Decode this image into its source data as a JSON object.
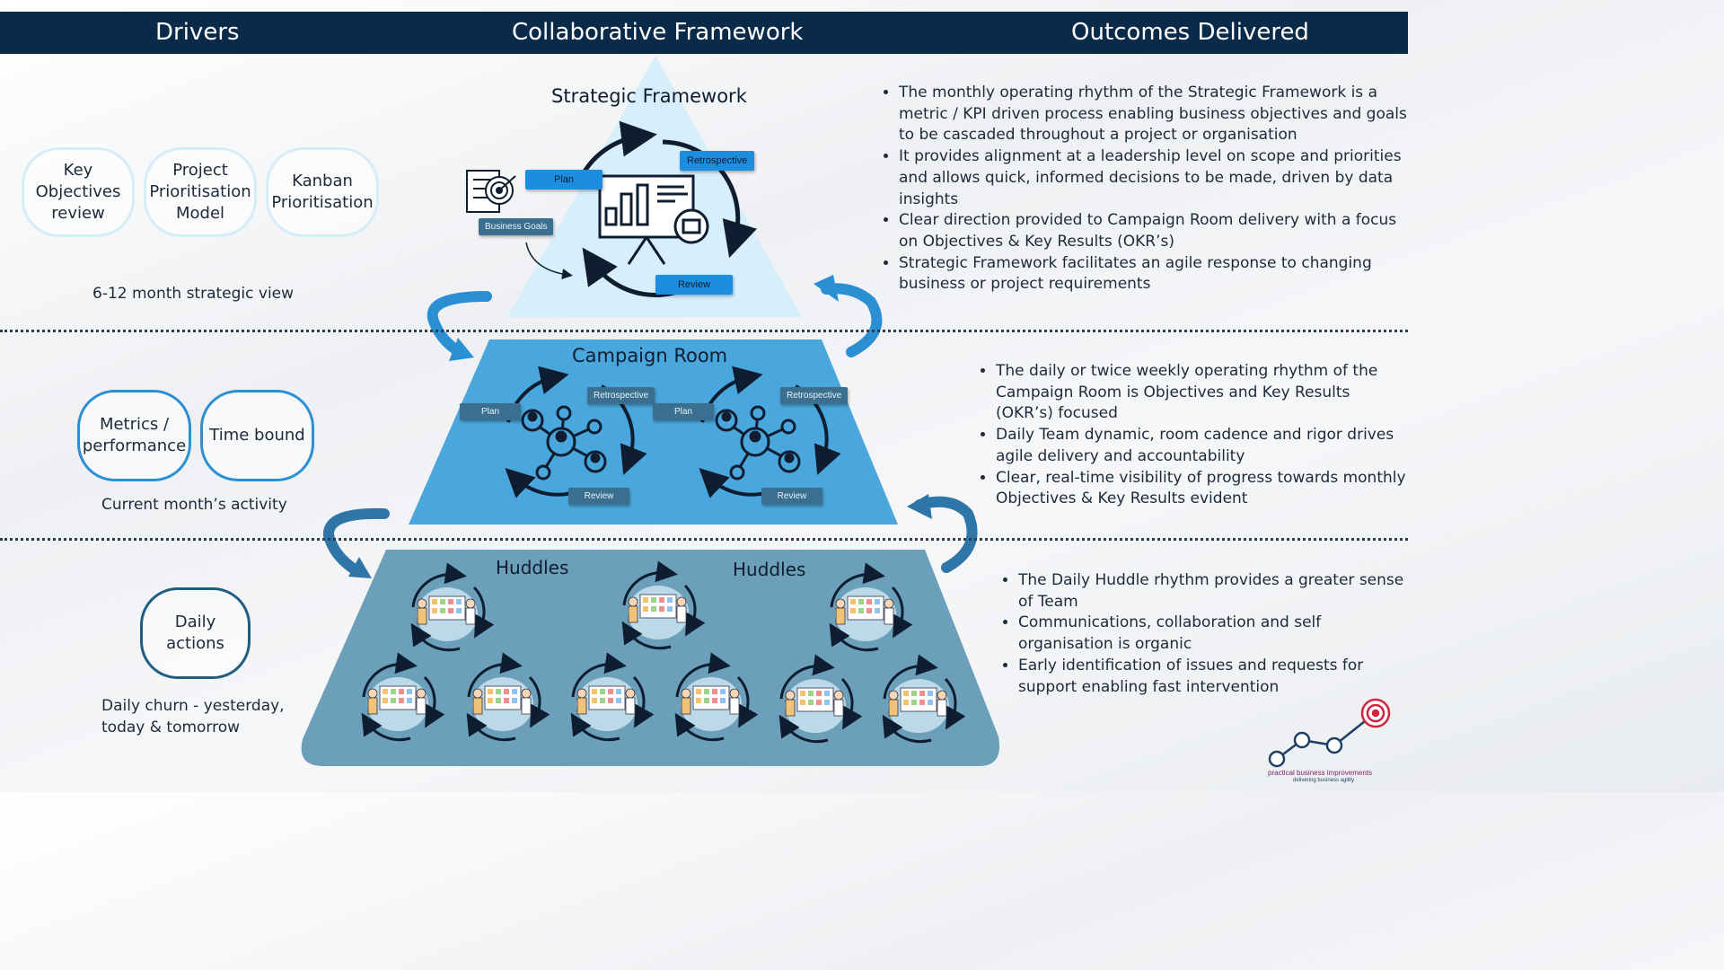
{
  "header": {
    "drivers": "Drivers",
    "framework": "Collaborative Framework",
    "outcomes": "Outcomes Delivered"
  },
  "colors": {
    "header_bg": "#0a2a4a",
    "tier_top": "#d7eefb",
    "tier_mid": "#4aa7dd",
    "tier_bottom": "#6b9fba",
    "arrow": "#2b8fd4"
  },
  "strategic": {
    "title": "Strategic Framework",
    "drivers": [
      "Key Objectives review",
      "Project Prioritisation Model",
      "Kanban Prioritisation"
    ],
    "caption": "6-12 month strategic view",
    "tags": {
      "plan": "Plan",
      "retrospective": "Retrospective",
      "business_goals": "Business Goals",
      "review": "Review"
    },
    "outcomes": [
      "The monthly operating rhythm of the Strategic Framework is a metric / KPI driven process enabling business objectives and goals to be cascaded throughout a project or organisation",
      "It provides alignment at a leadership level on scope and priorities and allows quick, informed decisions to be made, driven by data insights",
      "Clear direction provided to Campaign Room delivery with a focus on Objectives & Key Results (OKR’s)",
      "Strategic Framework facilitates an agile response to changing business or project requirements"
    ]
  },
  "campaign": {
    "title": "Campaign Room",
    "drivers": [
      "Metrics / performance",
      "Time bound"
    ],
    "caption": "Current month’s activity",
    "tags": {
      "plan": "Plan",
      "retrospective": "Retrospective",
      "review": "Review"
    },
    "outcomes": [
      "The daily or twice weekly operating rhythm of the Campaign Room is Objectives and Key Results (OKR’s) focused",
      "Daily Team dynamic, room cadence and rigor drives agile delivery and accountability",
      "Clear, real-time visibility of progress towards monthly Objectives & Key Results evident"
    ]
  },
  "huddles": {
    "title_left": "Huddles",
    "title_right": "Huddles",
    "drivers": [
      "Daily actions"
    ],
    "caption": "Daily churn - yesterday, today & tomorrow",
    "outcomes": [
      "The Daily Huddle rhythm provides a greater sense of Team",
      "Communications, collaboration and self organisation is organic",
      "Early identification of issues and requests for support enabling fast intervention"
    ]
  },
  "logo": {
    "name": "practical business improvements",
    "tagline": "delivering business agility"
  }
}
